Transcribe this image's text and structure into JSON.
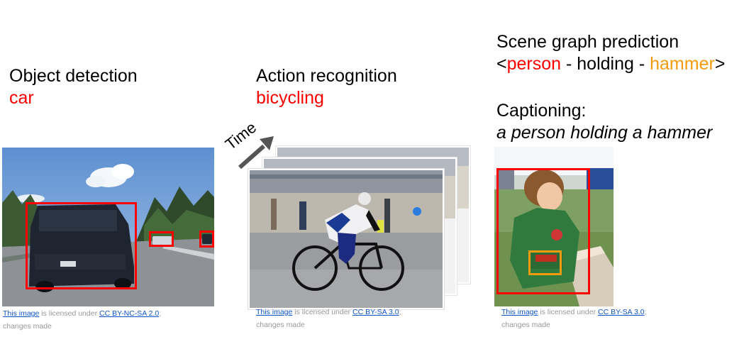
{
  "panels": [
    {
      "title": "Object detection",
      "label": "car",
      "credit": {
        "link": "This image",
        "middle": " is licensed under ",
        "license": "CC BY-NC-SA 2.0",
        "tail": ";",
        "line2": "changes made"
      }
    },
    {
      "title": "Action recognition",
      "label": "bicycling",
      "time_label": "Time",
      "credit": {
        "link": "This image",
        "middle": " is licensed under ",
        "license": "CC BY-SA 3.0",
        "tail": ";",
        "line2": "changes made"
      }
    },
    {
      "title": "Scene graph prediction",
      "triple": {
        "open": "<",
        "subject": "person",
        "sep1": " - holding - ",
        "object": "hammer",
        "close": ">"
      },
      "caption_title": "Captioning:",
      "caption": "a person holding a hammer",
      "credit": {
        "link": "This image",
        "middle": " is licensed under ",
        "license": "CC BY-SA 3.0",
        "tail": ";",
        "line2": "changes made"
      }
    }
  ],
  "colors": {
    "accent_red": "#ff0000",
    "accent_orange": "#f29b0f",
    "link": "#1155cc",
    "credit_gray": "#999999"
  }
}
